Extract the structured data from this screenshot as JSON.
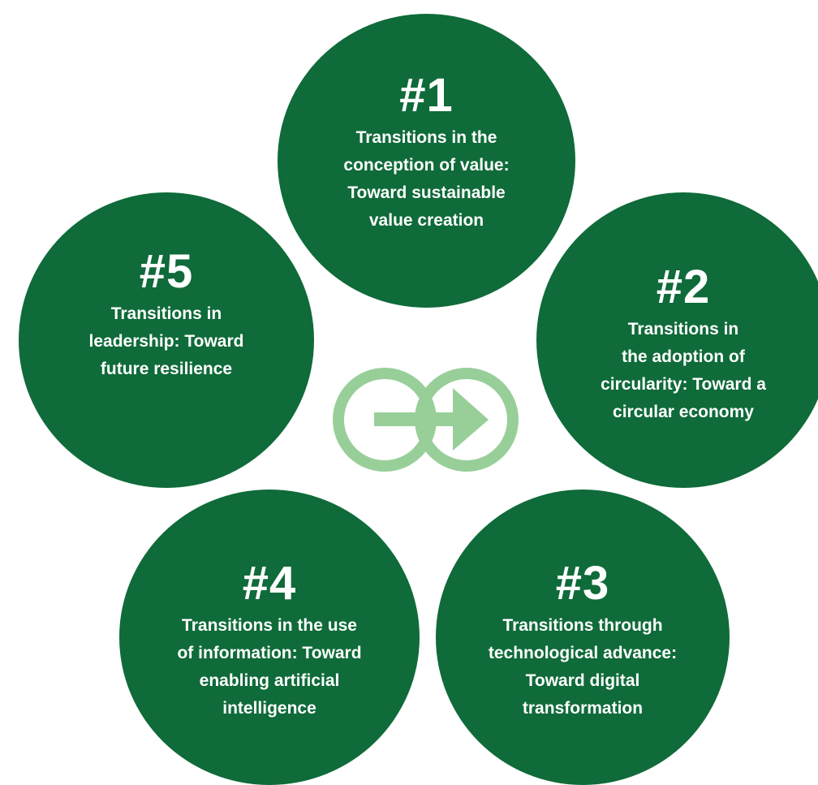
{
  "circles": [
    {
      "num": "#1",
      "lines": "Transitions in the\nconception of value:\nToward sustainable\nvalue creation"
    },
    {
      "num": "#2",
      "lines": "Transitions in\nthe adoption of\ncircularity: Toward a\ncircular economy"
    },
    {
      "num": "#3",
      "lines": "Transitions through\ntechnological advance:\nToward digital\ntransformation"
    },
    {
      "num": "#4",
      "lines": "Transitions in the use\nof information: Toward\nenabling artificial\nintelligence"
    },
    {
      "num": "#5",
      "lines": "Transitions in\nleadership: Toward\nfuture resilience"
    }
  ],
  "colors": {
    "circle_fill": "#0f6b39",
    "icon_color": "#98cf99",
    "text": "#ffffff"
  },
  "center_icon": "linked-circles-arrow-icon"
}
